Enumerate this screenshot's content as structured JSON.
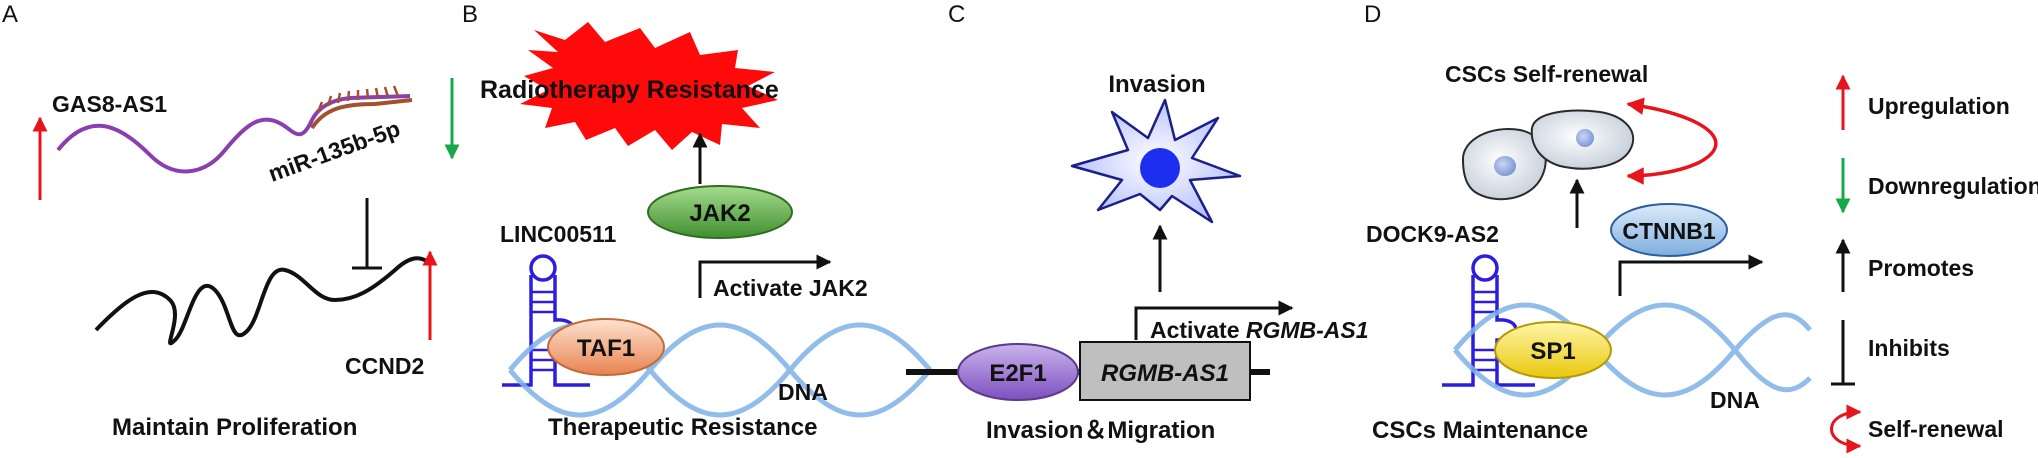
{
  "colors": {
    "up_arrow": "#e8141b",
    "down_arrow": "#17a84a",
    "black": "#111111",
    "lnc_purple": "#8a3fb0",
    "mirna_brown": "#a0522d",
    "burst_red": "#ff0a0a",
    "jak2_green": "#4aa23a",
    "taf1_orange": "#f2a276",
    "e2f1_purple": "#9366c9",
    "gene_box_gray": "#bfbfbf",
    "cell_blue": "#c9d2ff",
    "nucleus_blue": "#1c2ef0",
    "dna_blue": "#7fb2e8",
    "stemloop_blue": "#2c1ee0",
    "ctnnb1_blue": "#9cc3ec",
    "sp1_yellow": "#f6e12a",
    "csc_cell": "#dfe6f2"
  },
  "panels": {
    "a": {
      "letter": "A",
      "lnc_label": "GAS8-AS1",
      "mirna_label": "miR-135b-5p",
      "gene_label": "CCND2",
      "caption": "Maintain Proliferation"
    },
    "b": {
      "letter": "B",
      "burst_label": "Radiotherapy Resistance",
      "kinase_label": "JAK2",
      "lnc_label": "LINC00511",
      "activate_label": "Activate JAK2",
      "factor_label": "TAF1",
      "dna_label": "DNA",
      "caption": "Therapeutic Resistance"
    },
    "c": {
      "letter": "C",
      "invasion_label": "Invasion",
      "activate_prefix": "Activate ",
      "activate_target": "RGMB-AS1",
      "factor_label": "E2F1",
      "gene_label": "RGMB-AS1",
      "caption": "Invasion＆Migration"
    },
    "d": {
      "letter": "D",
      "renewal_label": "CSCs Self-renewal",
      "lnc_label": "DOCK9-AS2",
      "target_label": "CTNNB1",
      "factor_label": "SP1",
      "dna_label": "DNA",
      "caption": "CSCs Maintenance"
    }
  },
  "legend": {
    "items": [
      {
        "icon": "red-up-arrow-icon",
        "label": "Upregulation"
      },
      {
        "icon": "green-down-arrow-icon",
        "label": "Downregulation"
      },
      {
        "icon": "black-arrow-icon",
        "label": "Promotes"
      },
      {
        "icon": "inhibition-bar-icon",
        "label": "Inhibits"
      },
      {
        "icon": "curved-arrow-icon",
        "label": "Self-renewal"
      }
    ]
  }
}
